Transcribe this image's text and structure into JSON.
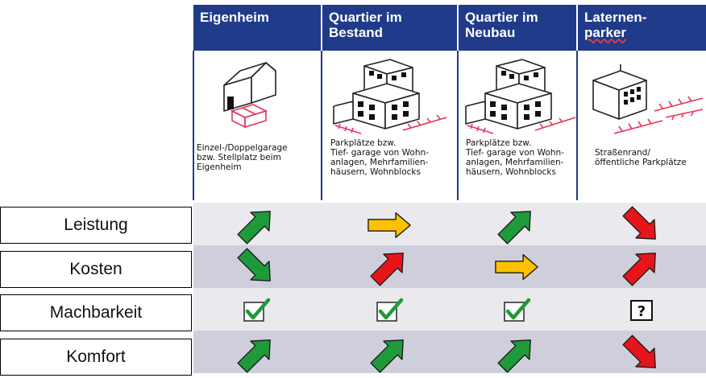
{
  "columns": [
    {
      "line1": "Eigenheim",
      "line2": "",
      "desc": "Einzel-/Doppelgarage\nbzw. Stellplatz beim\nEigenheim"
    },
    {
      "line1": "Quartier im",
      "line2": "Bestand",
      "desc": "Parkplätze bzw.\nTief- garage von Wohn-\nanlagen, Mehrfamilien-\nhäusern, Wohnblocks"
    },
    {
      "line1": "Quartier im",
      "line2": "Neubau",
      "desc": "Parkplätze bzw.\nTief- garage von Wohn-\nanlagen, Mehrfamilien-\nhäusern, Wohnblocks"
    },
    {
      "line1": "Laternen-",
      "line2": "parker",
      "desc": "Straßenrand/\nöffentliche Parkplätze"
    }
  ],
  "rows": [
    {
      "label": "Leistung",
      "values": [
        "up-right-green",
        "right-yellow",
        "up-right-green",
        "down-right-red"
      ]
    },
    {
      "label": "Kosten",
      "values": [
        "down-right-green",
        "up-right-red",
        "right-yellow",
        "up-right-red"
      ]
    },
    {
      "label": "Machbarkeit",
      "values": [
        "check",
        "check",
        "check",
        "question"
      ]
    },
    {
      "label": "Komfort",
      "values": [
        "up-right-green",
        "up-right-green",
        "up-right-green",
        "down-right-red"
      ]
    }
  ],
  "colors": {
    "header": "#1f3b8a",
    "green": "#1f9a3a",
    "yellow": "#ffc000",
    "red": "#e8141b",
    "parking": "#e8345a"
  },
  "icons": {
    "up-right-green": "arrow-up-right-icon",
    "down-right-green": "arrow-down-right-icon",
    "right-yellow": "arrow-right-icon",
    "up-right-red": "arrow-up-right-icon",
    "down-right-red": "arrow-down-right-icon",
    "check": "checkbox-checked-icon",
    "question": "question-box-icon"
  }
}
